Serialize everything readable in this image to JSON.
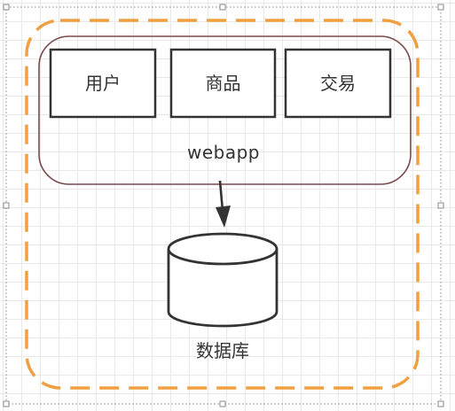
{
  "diagram": {
    "modules": [
      {
        "label": "用户"
      },
      {
        "label": "商品"
      },
      {
        "label": "交易"
      }
    ],
    "container_label": "webapp",
    "database_label": "数据库"
  },
  "colors": {
    "dashed_border": "#F0A040",
    "container_border": "#7A4A4A",
    "module_border": "#333333",
    "arrow": "#333333",
    "grid": "#e9e9e9"
  }
}
